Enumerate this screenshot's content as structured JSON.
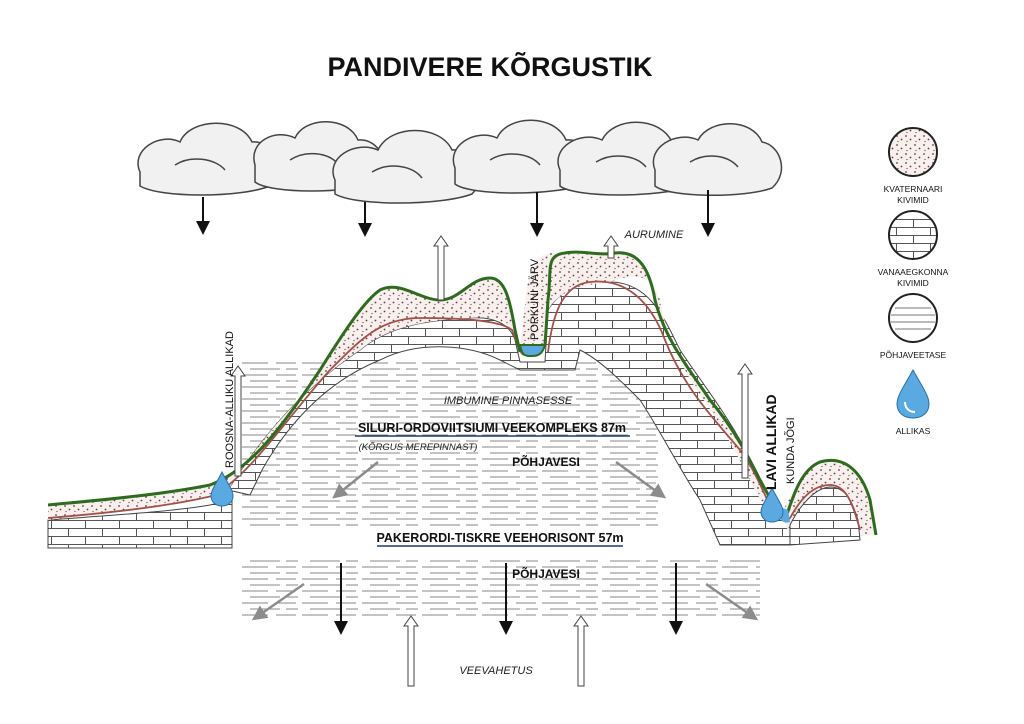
{
  "title": "PANDIVERE KÕRGUSTIK",
  "labels": {
    "aurumine": "AURUMINE",
    "porkuni": "PORKUNI JÄRV",
    "roosna": "ROOSNA-ALLIKU ALLIKAD",
    "lavi": "LAVI ALLIKAD",
    "kunda": "KUNDA JÕGI",
    "imbumine": "IMBUMINE PINNASESSE",
    "siluri": "SILURI-ORDOVIITSIUMI VEEKOMPLEKS 87m",
    "korgus": "(KÕRGUS MEREPINNAST)",
    "pohjavesi1": "PÕHJAVESI",
    "pakerordi": "PAKERORDI-TISKRE VEEHORISONT 57m",
    "pohjavesi2": "PÕHJAVESI",
    "veevahetus": "VEEVAHETUS"
  },
  "legend": [
    {
      "id": "kvaternaari",
      "line1": "KVATERNAARI",
      "line2": "KIVIMID",
      "icon": "dotted-circle-icon"
    },
    {
      "id": "vanaaegkonna",
      "line1": "VANAAEGKONNA",
      "line2": "KIVIMID",
      "icon": "brick-circle-icon"
    },
    {
      "id": "pohjaveetase",
      "line1": "PÕHJAVEETASE",
      "line2": "",
      "icon": "lines-circle-icon"
    },
    {
      "id": "allikas",
      "line1": "ALLIKAS",
      "line2": "",
      "icon": "water-drop-icon"
    }
  ],
  "colors": {
    "surface": "#2f6b1f",
    "water_table": "#a0524a",
    "water": "#5aa9e0",
    "ink": "#111111",
    "arrow_gray": "#8c8c8c",
    "aquifer_line": "#1d3b6e"
  }
}
